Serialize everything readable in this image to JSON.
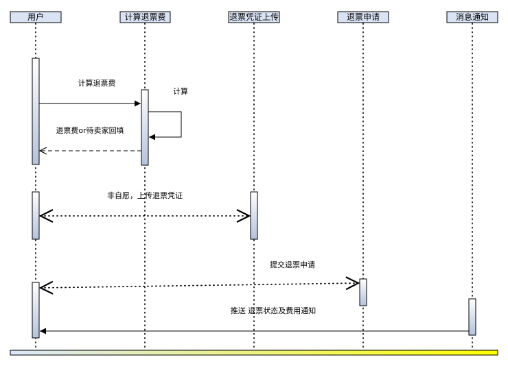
{
  "participants": [
    {
      "id": "user",
      "label": "用户"
    },
    {
      "id": "calc",
      "label": "计算退票费"
    },
    {
      "id": "upload",
      "label": "退票凭证上传"
    },
    {
      "id": "apply",
      "label": "退票申请"
    },
    {
      "id": "notify",
      "label": "消息通知"
    }
  ],
  "messages": [
    {
      "id": "m1",
      "label": "计算退票费"
    },
    {
      "id": "m2",
      "label": "计算"
    },
    {
      "id": "m3",
      "label": "退票费or待卖家回填"
    },
    {
      "id": "m4",
      "label": "非自愿，上传退票凭证"
    },
    {
      "id": "m5",
      "label": "提交退票申请"
    },
    {
      "id": "m6",
      "label": "推送 退票状态及费用通知"
    }
  ],
  "colors": {
    "header_fill": "#dae3f3",
    "activation_top": "#ffffff",
    "activation_bottom": "#b4c2dc",
    "line": "#000000",
    "footer_left": "#dae8fc",
    "footer_right": "#ffff00"
  }
}
